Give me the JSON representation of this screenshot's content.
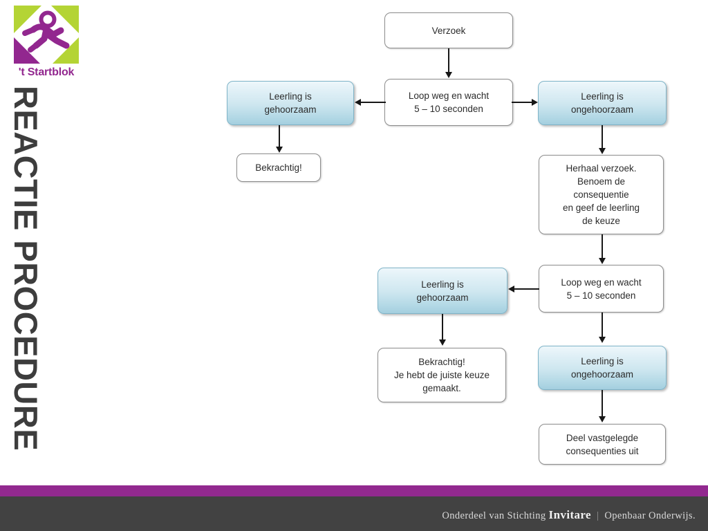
{
  "brand": {
    "logo_wordmark": "'t Startblok",
    "logo_icon": "running-person-icon",
    "accent_purple": "#92278f",
    "accent_green": "#b4d435"
  },
  "page_title": "REACTIE PROCEDURE",
  "diagram": {
    "nodes": [
      {
        "id": "verzoek",
        "style": "plain",
        "lines": [
          "Verzoek"
        ]
      },
      {
        "id": "loop-weg-1",
        "style": "plain",
        "lines": [
          "Loop weg en wacht",
          "5 – 10 seconden"
        ]
      },
      {
        "id": "gehoorzaam-1",
        "style": "blue",
        "lines": [
          "Leerling is",
          "gehoorzaam"
        ]
      },
      {
        "id": "ongehoorzaam-1",
        "style": "blue",
        "lines": [
          "Leerling is",
          "ongehoorzaam"
        ]
      },
      {
        "id": "bekrachtig-1",
        "style": "plain",
        "lines": [
          "Bekrachtig!"
        ]
      },
      {
        "id": "herhaal-verzoek",
        "style": "plain",
        "lines": [
          "Herhaal verzoek.",
          "Benoem de",
          "consequentie",
          "en geef de leerling",
          "de keuze"
        ]
      },
      {
        "id": "loop-weg-2",
        "style": "plain",
        "lines": [
          "Loop weg en wacht",
          "5 – 10 seconden"
        ]
      },
      {
        "id": "gehoorzaam-2",
        "style": "blue",
        "lines": [
          "Leerling is",
          "gehoorzaam"
        ]
      },
      {
        "id": "bekrachtig-2",
        "style": "plain",
        "lines": [
          "Bekrachtig!",
          "Je hebt de juiste keuze",
          "gemaakt."
        ]
      },
      {
        "id": "ongehoorzaam-2",
        "style": "blue",
        "lines": [
          "Leerling is",
          "ongehoorzaam"
        ]
      },
      {
        "id": "deel-consequenties",
        "style": "plain",
        "lines": [
          "Deel vastgelegde",
          "consequenties uit"
        ]
      }
    ]
  },
  "footer": {
    "prefix": "Onderdeel van Stichting",
    "brand": "Invitare",
    "separator": "|",
    "suffix": "Openbaar Onderwijs.",
    "accent_color": "#92298f",
    "bar_color": "#424242"
  }
}
